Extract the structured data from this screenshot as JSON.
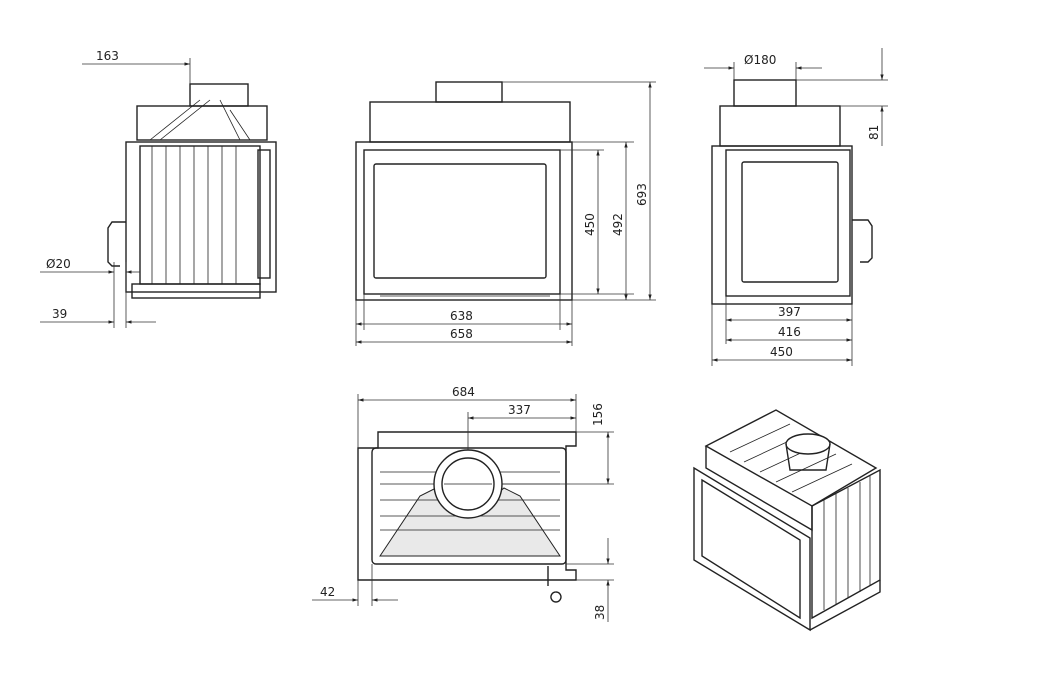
{
  "side_view": {
    "flue_offset": "163",
    "air_inlet": "Ø20",
    "inlet_height": "39"
  },
  "front_view": {
    "opening_height": "450",
    "glass_height": "492",
    "total_height": "693",
    "glass_width": "638",
    "front_width": "658"
  },
  "right_view": {
    "flue_diameter": "Ø180",
    "collar_height": "81",
    "inner_depth": "397",
    "mid_depth": "416",
    "total_depth": "450"
  },
  "top_view": {
    "total_width": "684",
    "flue_center_x": "337",
    "flue_center_y": "156",
    "left_offset": "42",
    "bottom_offset": "38"
  },
  "colors": {
    "line": "#222222",
    "background": "#ffffff"
  }
}
